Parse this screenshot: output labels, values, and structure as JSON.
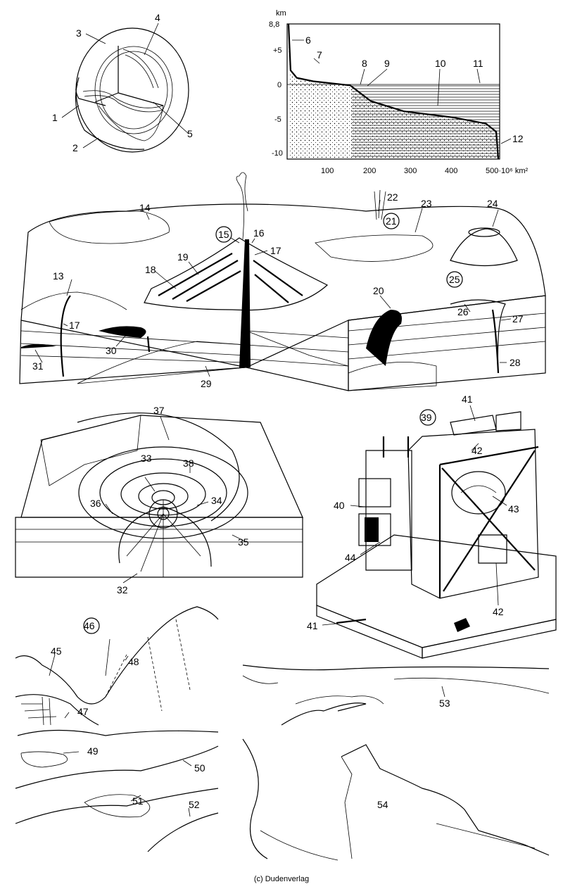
{
  "hypsometric": {
    "unit_y": "km",
    "y_ticks": [
      "8,8",
      "+5",
      "0",
      "-5",
      "-10"
    ],
    "x_ticks": [
      "100",
      "200",
      "300",
      "400",
      "500·10⁶ km²"
    ],
    "chart_data": {
      "type": "area",
      "x": [
        0,
        5,
        20,
        60,
        150,
        200,
        280,
        400,
        480,
        505,
        510
      ],
      "y": [
        8.8,
        2,
        0.9,
        0.4,
        -0.2,
        -2.5,
        -4,
        -4.9,
        -5.8,
        -7,
        -11
      ],
      "xlim": [
        0,
        510
      ],
      "ylim": [
        -11,
        8.8
      ]
    }
  },
  "labels": {
    "l1": "1",
    "l2": "2",
    "l3": "3",
    "l4": "4",
    "l5": "5",
    "l6": "6",
    "l7": "7",
    "l8": "8",
    "l9": "9",
    "l10": "10",
    "l11": "11",
    "l12": "12",
    "l13": "13",
    "l14": "14",
    "l15": "15",
    "l16": "16",
    "l17a": "17",
    "l17b": "17",
    "l18": "18",
    "l19": "19",
    "l20": "20",
    "l21": "21",
    "l22": "22",
    "l23": "23",
    "l24": "24",
    "l25": "25",
    "l26": "26",
    "l27": "27",
    "l28": "28",
    "l29": "29",
    "l30": "30",
    "l31": "31",
    "l32": "32",
    "l33": "33",
    "l34": "34",
    "l35": "35",
    "l36": "36",
    "l37": "37",
    "l38": "38",
    "l39": "39",
    "l40": "40",
    "l41a": "41",
    "l41b": "41",
    "l42a": "42",
    "l42b": "42",
    "l43": "43",
    "l44": "44",
    "l45": "45",
    "l46": "46",
    "l47": "47",
    "l48": "48",
    "l49": "49",
    "l50": "50",
    "l51": "51",
    "l52": "52",
    "l53": "53",
    "l54": "54"
  },
  "footer": {
    "copyright": "(c) Dudenverlag"
  }
}
